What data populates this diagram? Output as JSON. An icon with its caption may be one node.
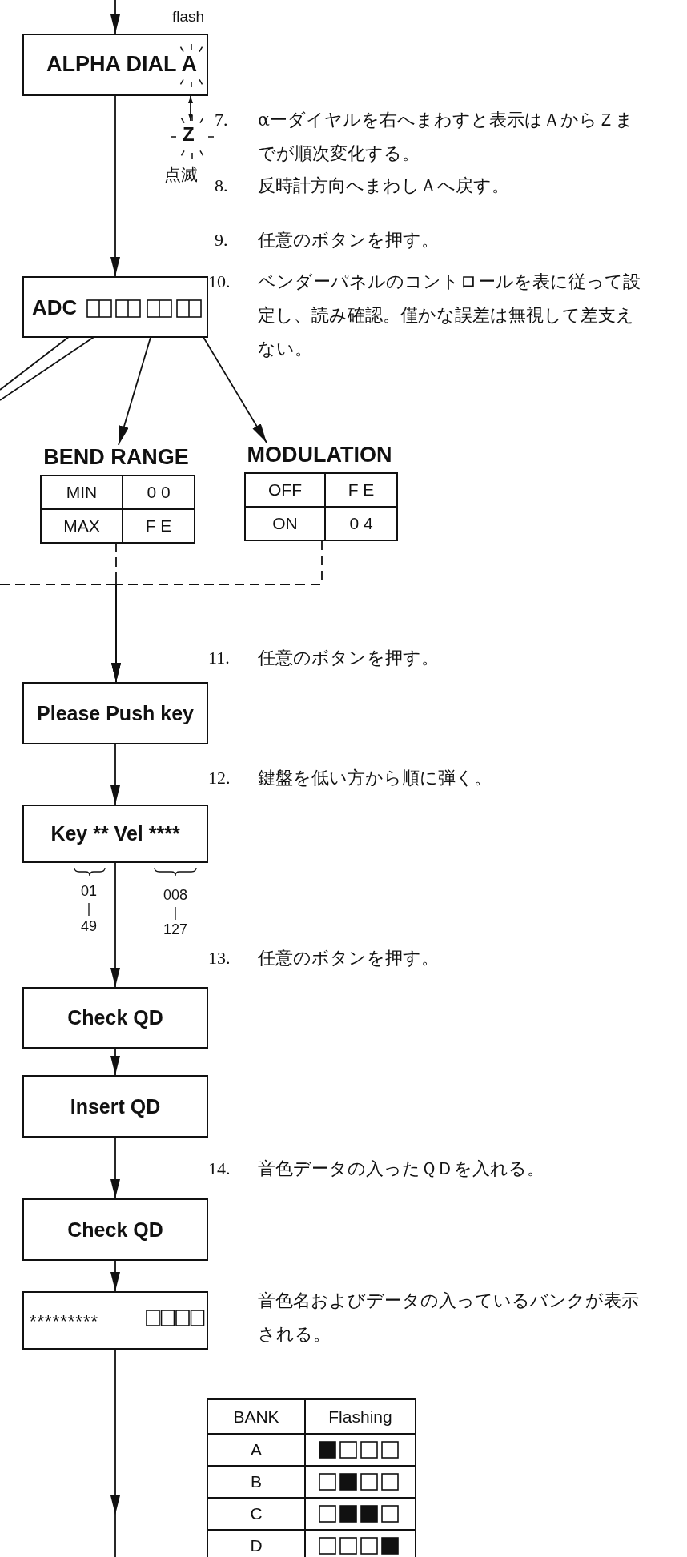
{
  "diagram": {
    "nodes": [
      {
        "text": [
          "ALPHA DIAL A"
        ],
        "beside": [
          "flash"
        ]
      },
      {
        "text": [
          "Z"
        ],
        "beside": [
          "点滅"
        ]
      },
      {
        "text": [
          "ADC"
        ]
      },
      {
        "text": [
          "BEND RANGE",
          "MIN",
          "0 0",
          "MAX",
          "F E"
        ]
      },
      {
        "text": [
          "MODULATION",
          "OFF",
          "F E",
          "ON",
          "0 4"
        ]
      },
      {
        "text": [
          "Please Push key"
        ]
      },
      {
        "text": [
          "Key ** Vel ****"
        ]
      },
      {
        "text": [
          "Check QD"
        ]
      },
      {
        "text": [
          "Insert QD"
        ]
      },
      {
        "text": [
          "Check QD"
        ]
      },
      {
        "text": [
          "*********"
        ]
      }
    ],
    "edges": [
      {
        "from": null,
        "to": 0,
        "arrow": "to"
      },
      {
        "from": 0,
        "to": 1,
        "arrow": "both"
      },
      {
        "from": 0,
        "to": 2,
        "arrow": "to"
      },
      {
        "from": 2,
        "to": null,
        "arrow": "none"
      },
      {
        "from": 2,
        "to": null,
        "arrow": "none"
      },
      {
        "from": 2,
        "to": 3,
        "arrow": "to"
      },
      {
        "from": 2,
        "to": 4,
        "arrow": "to"
      },
      {
        "from": 3,
        "to": 5,
        "arrow": "to",
        "style": "dashed"
      },
      {
        "from": 4,
        "to": 5,
        "arrow": "to",
        "style": "dashed"
      },
      {
        "from": null,
        "to": 5,
        "arrow": "to",
        "style": "dashed"
      },
      {
        "from": 5,
        "to": 6,
        "arrow": "to"
      },
      {
        "from": 6,
        "to": 7,
        "arrow": "to"
      },
      {
        "from": 7,
        "to": 8,
        "arrow": "to"
      },
      {
        "from": 8,
        "to": 9,
        "arrow": "to"
      },
      {
        "from": 9,
        "to": 10,
        "arrow": "to"
      },
      {
        "from": 10,
        "to": null,
        "arrow": "to"
      }
    ],
    "labels": [
      "7.",
      "αーダイヤルを右へまわすと表示はＡからＺまでが順次変化する。",
      "8.",
      "反時計方向へまわしＡへ戻す。",
      "9.",
      "任意のボタンを押す。",
      "10.",
      "ベンダーパネルのコントロールを表に従って設定し、読み確認。僅かな誤差は無視して差支えない。",
      "11.",
      "任意のボタンを押す。",
      "12.",
      "鍵盤を低い方から順に弾く。",
      "13.",
      "任意のボタンを押す。",
      "14.",
      "音色データの入ったＱＤを入れる。",
      "音色名およびデータの入っているバンクが表示される。",
      "01",
      "49",
      "008",
      "127",
      "BANK",
      "Flashing",
      "A",
      "B",
      "C",
      "D"
    ]
  }
}
